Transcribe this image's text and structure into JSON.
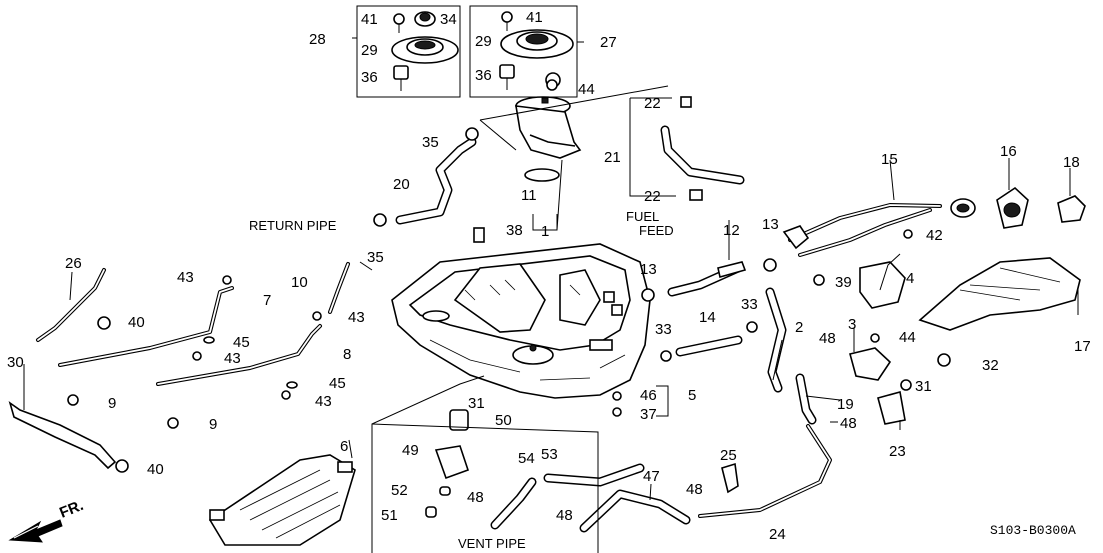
{
  "diagram": {
    "callouts": {
      "c1": "1",
      "c2": "2",
      "c3": "3",
      "c4": "4",
      "c5": "5",
      "c6": "6",
      "c7": "7",
      "c8": "8",
      "c9a": "9",
      "c9b": "9",
      "c10": "10",
      "c11": "11",
      "c12": "12",
      "c13a": "13",
      "c13b": "13",
      "c14": "14",
      "c15": "15",
      "c16": "16",
      "c17": "17",
      "c18": "18",
      "c19": "19",
      "c20": "20",
      "c21": "21",
      "c22a": "22",
      "c22b": "22",
      "c23": "23",
      "c24": "24",
      "c25": "25",
      "c26": "26",
      "c27": "27",
      "c28": "28",
      "c29a": "29",
      "c29b": "29",
      "c30": "30",
      "c31a": "31",
      "c31b": "31",
      "c32": "32",
      "c33a": "33",
      "c33b": "33",
      "c34": "34",
      "c35a": "35",
      "c35b": "35",
      "c36a": "36",
      "c36b": "36",
      "c37": "37",
      "c38": "38",
      "c39": "39",
      "c40a": "40",
      "c40b": "40",
      "c41a": "41",
      "c41b": "41",
      "c42": "42",
      "c43a": "43",
      "c43b": "43",
      "c43c": "43",
      "c43d": "43",
      "c44a": "44",
      "c44b": "44",
      "c45a": "45",
      "c45b": "45",
      "c46": "46",
      "c47": "47",
      "c48a": "48",
      "c48b": "48",
      "c48c": "48",
      "c48d": "48",
      "c48e": "48",
      "c49": "49",
      "c50": "50",
      "c51": "51",
      "c52": "52",
      "c53": "53",
      "c54": "54"
    },
    "labels": {
      "return_pipe": "RETURN PIPE",
      "fuel": "FUEL",
      "feed": "FEED",
      "vent_pipe": "VENT PIPE",
      "front": "FR."
    },
    "code": "S103-B0300A",
    "icons": [
      "front-direction-arrow-icon"
    ]
  }
}
